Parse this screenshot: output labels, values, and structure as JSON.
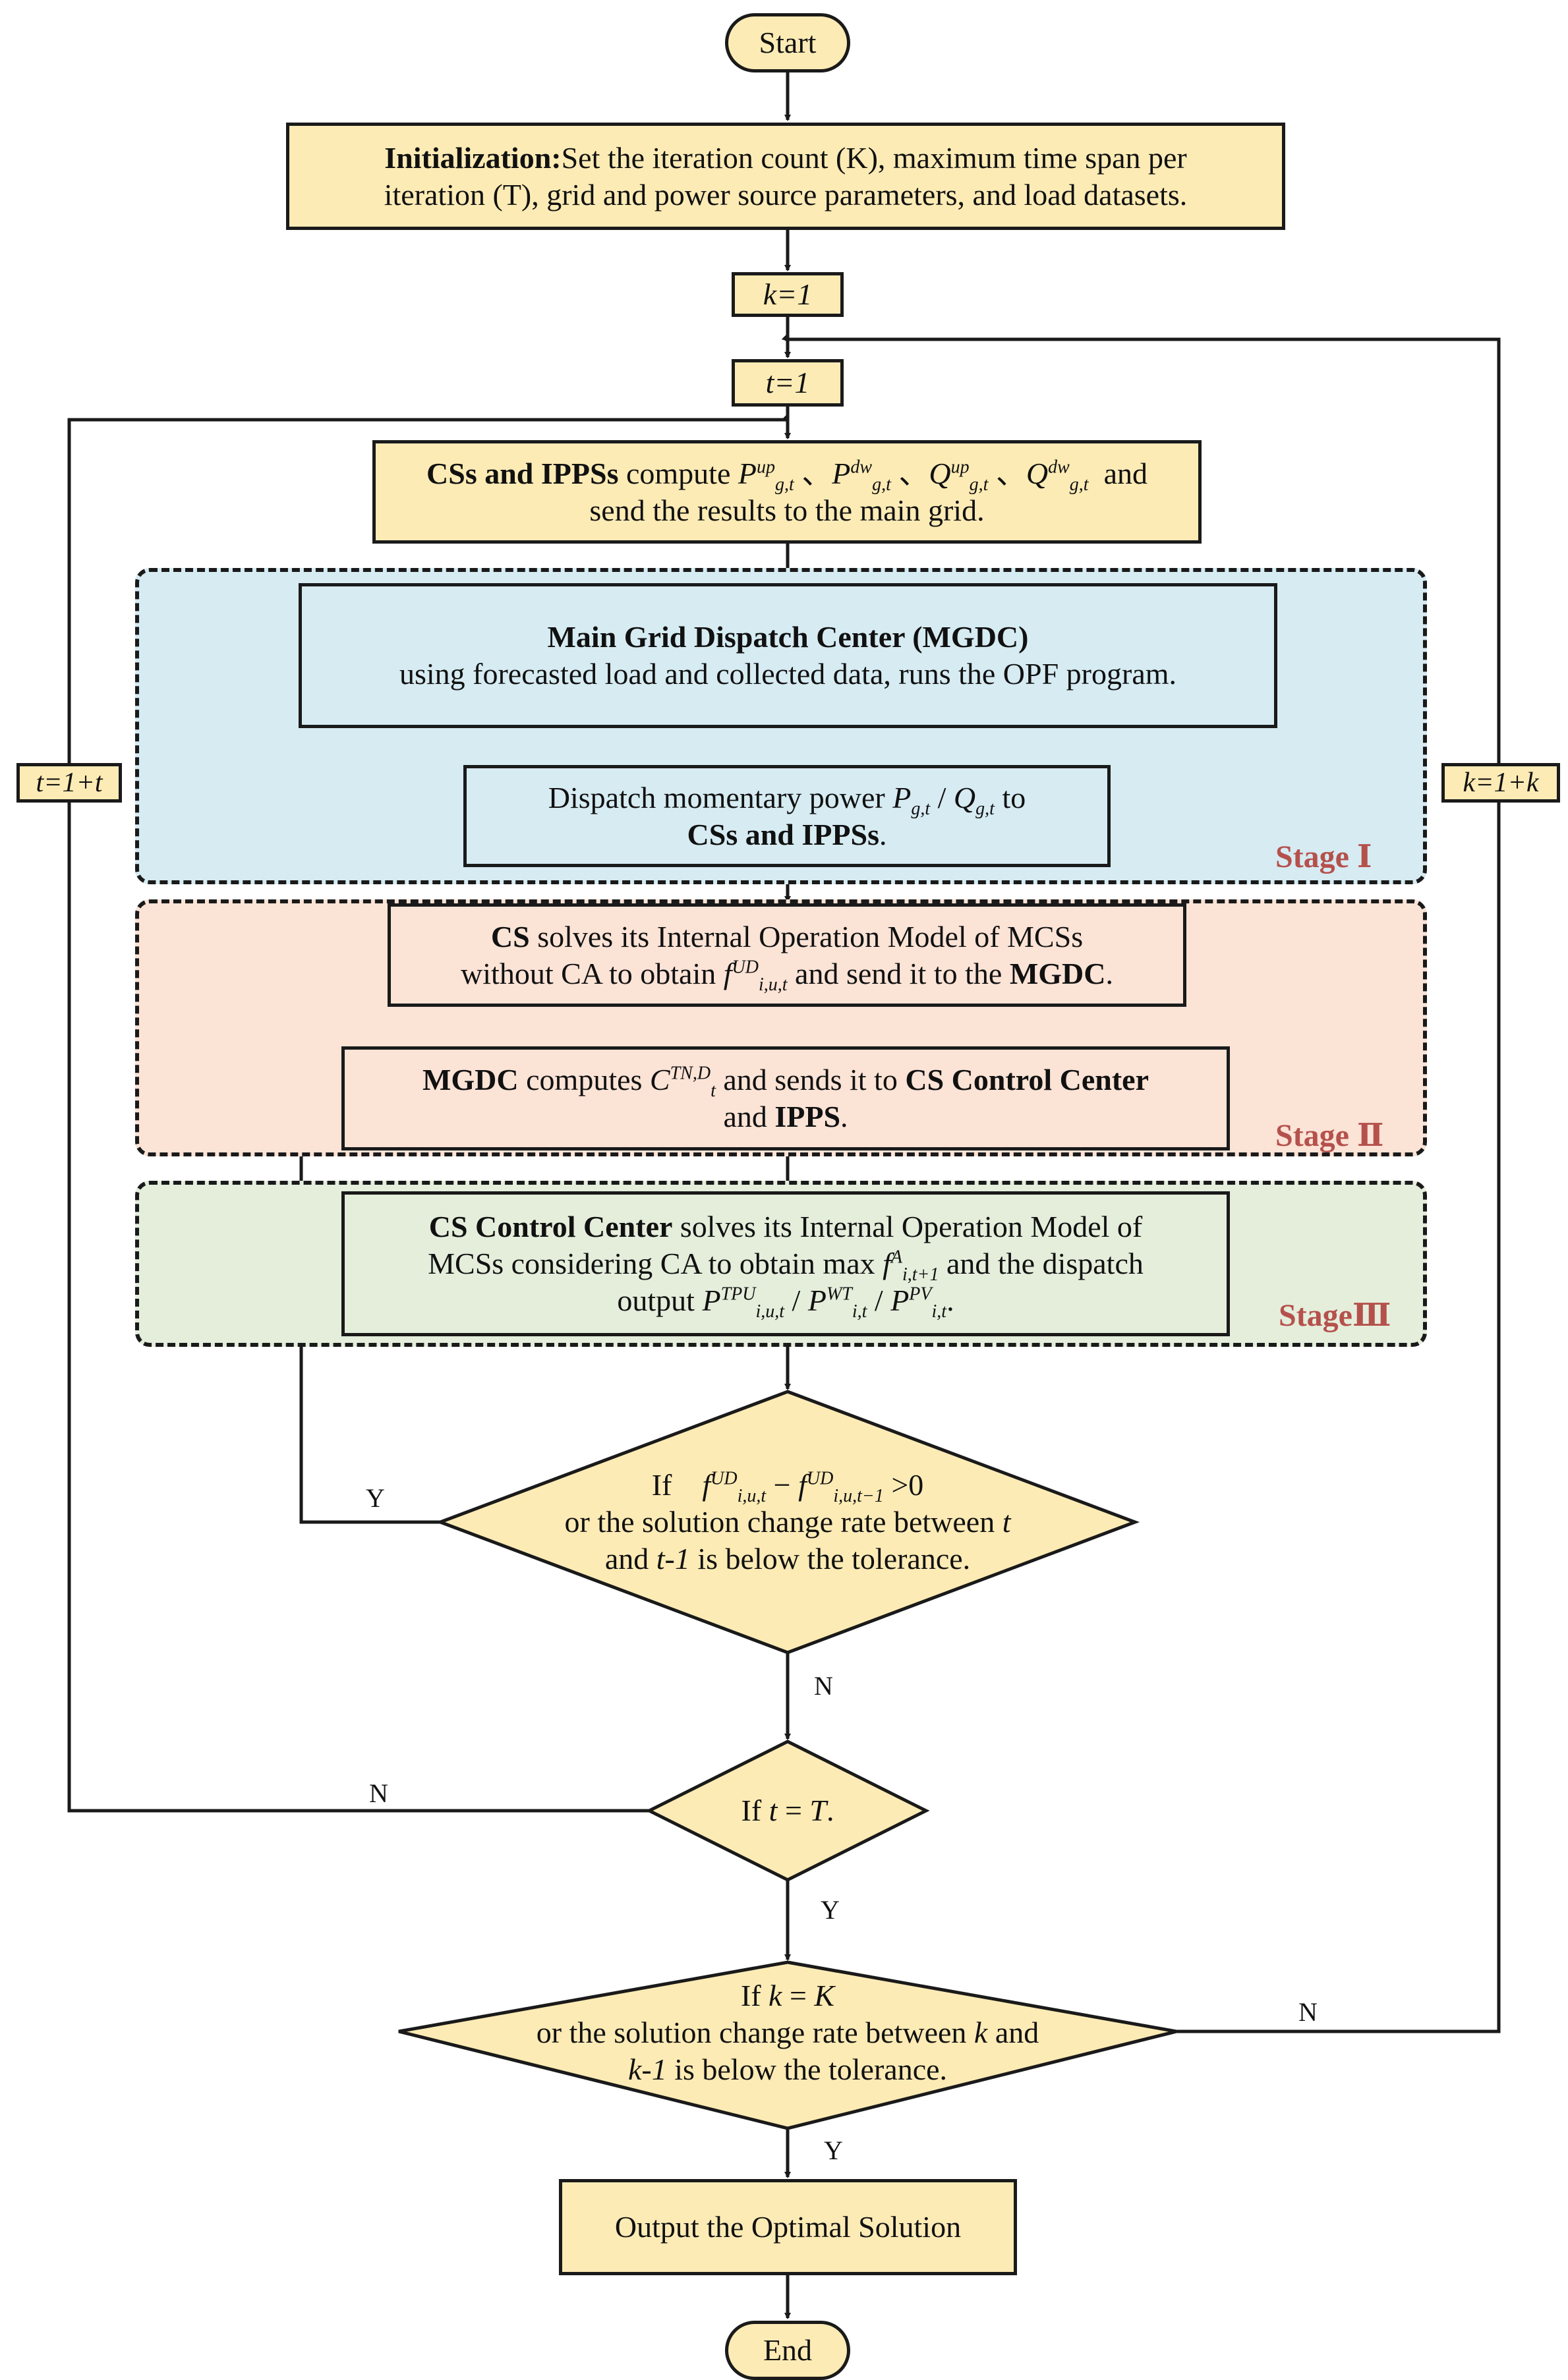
{
  "nodes": {
    "start": "Start",
    "init_bold": "Initialization:",
    "init_l1": "Set the iteration count (K), maximum time span per",
    "init_l2": "iteration (T), grid and power source parameters, and load datasets.",
    "k1": "k=1",
    "t1": "t=1",
    "cs_bold": "CSs and IPPSs",
    "cs_l1": "compute",
    "cs_and": "and",
    "cs_l2": "send the results to the main grid.",
    "mgdc_title": "Main Grid Dispatch Center (MGDC)",
    "mgdc_l2": "using forecasted load and collected data, runs the OPF program.",
    "disp_l1": "Dispatch momentary power",
    "disp_to": "to",
    "disp_bold": "CSs and IPPSs",
    "cs2_b1": "CS",
    "cs2_l1": "solves its Internal Operation Model of MCSs",
    "cs2_l2a": "without CA to obtain",
    "cs2_l2b": "and send it to the",
    "cs2_b2": "MGDC",
    "mgdc2_b1": "MGDC",
    "mgdc2_l1a": "computes",
    "mgdc2_l1b": "and sends it to",
    "mgdc2_b2": "CS Control Center",
    "mgdc2_l2a": "and",
    "mgdc2_b3": "IPPS",
    "cc_b1": "CS Control Center",
    "cc_l1": "solves its Internal Operation Model of",
    "cc_l2a": "MCSs considering CA to obtain max",
    "cc_l2b": "and the dispatch",
    "cc_l3": "output",
    "d1_if": "If",
    "d1_l2": "or the solution change rate between",
    "d1_l3b": "is below the tolerance.",
    "d2_text": "If",
    "d3_if": "If",
    "d3_l2": "or the solution change rate between",
    "d3_l3b": "is below the tolerance.",
    "output": "Output the Optimal Solution",
    "end": "End"
  },
  "side": {
    "left": "t=1+t",
    "right": "k=1+k"
  },
  "stages": {
    "s1": "Stage Ⅰ",
    "s2": "Stage Ⅱ",
    "s3": "StageⅢ"
  },
  "edges": {
    "y1": "Y",
    "n1": "N",
    "n2": "N",
    "y2": "Y",
    "n3": "N",
    "y3": "Y"
  },
  "colors": {
    "yellow": "#fdebb5",
    "blue": "#d6ebf2",
    "pink": "#fbe3d6",
    "green": "#e4eedb",
    "stage_label": "#b5514c"
  }
}
